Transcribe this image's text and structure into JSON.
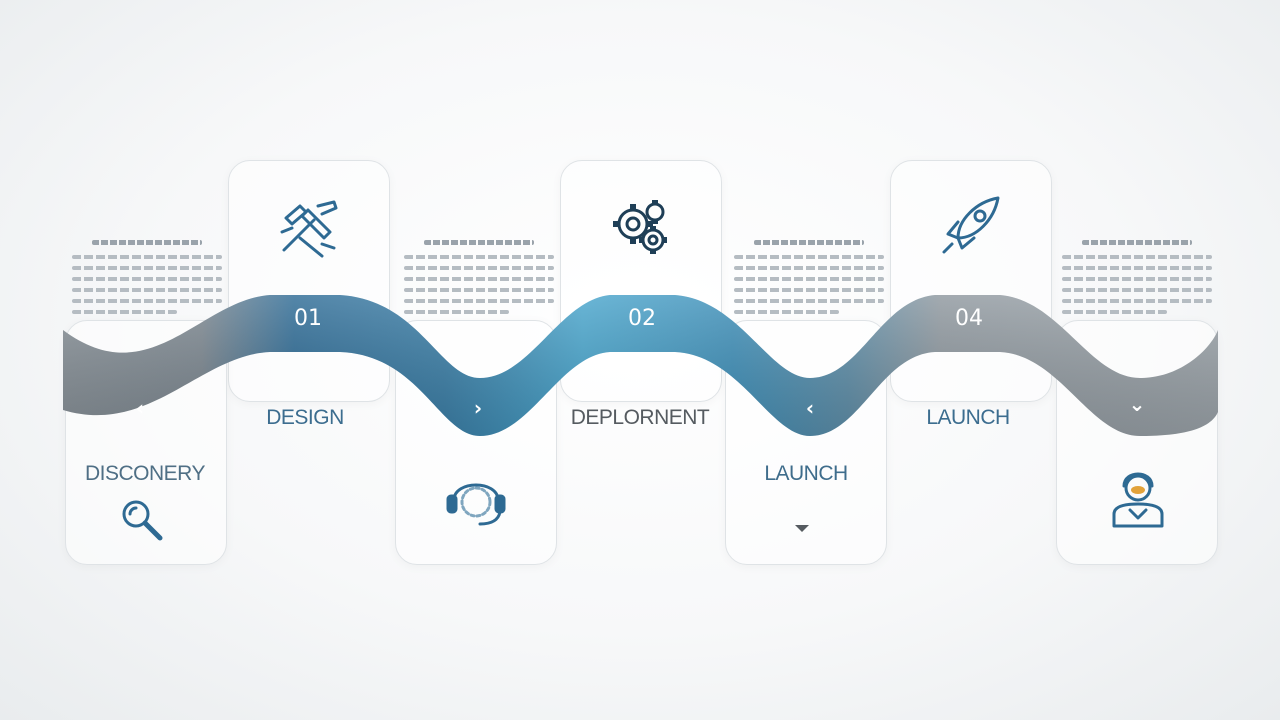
{
  "steps": {
    "top": [
      {
        "number": "01",
        "label": "DESIGN",
        "icon": "tools-icon"
      },
      {
        "number": "02",
        "label": "DEPLORNENT",
        "icon": "gears-icon"
      },
      {
        "number": "04",
        "label": "LAUNCH",
        "icon": "rocket-icon"
      }
    ],
    "bottom": [
      {
        "label": "DISCONERY",
        "icon": "magnifier-icon"
      },
      {
        "label": "",
        "icon": "headset-icon"
      },
      {
        "label": "LAUNCH",
        "icon": "caret-down-icon"
      },
      {
        "label": "",
        "icon": "support-agent-icon"
      }
    ]
  },
  "arrows": [
    "‹",
    "›",
    "‹",
    "⌄"
  ],
  "colors": {
    "dark_blue": "#2e6a93",
    "mid_blue": "#3f89b3",
    "light_blue": "#4aa8cf",
    "gray": "#8e979e",
    "label_blue": "#3c6d8f",
    "label_gray": "#555b60"
  }
}
